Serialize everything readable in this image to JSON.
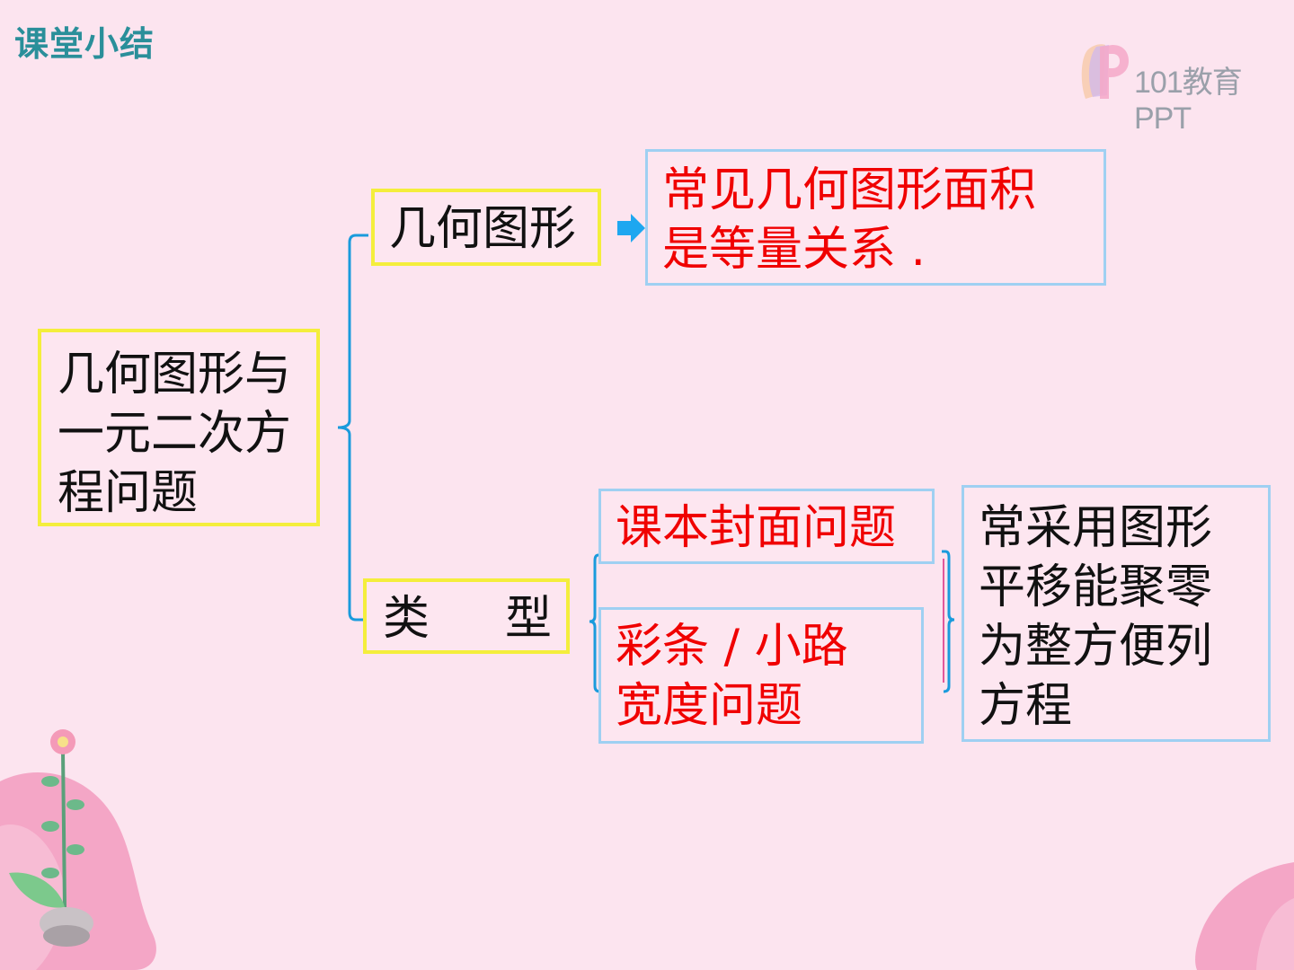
{
  "header": {
    "title": "课堂小结"
  },
  "logo": {
    "text": "101教育PPT",
    "icon": "p-logo-icon"
  },
  "diagram": {
    "root": {
      "lines": [
        "几何图形与",
        "一元二次方",
        "程问题"
      ]
    },
    "branch_geometry": {
      "label": "几何图形"
    },
    "result_geometry": {
      "lines": [
        "常见几何图形面积",
        "是等量关系 ."
      ]
    },
    "branch_type": {
      "label_left": "类",
      "label_right": "型"
    },
    "type_cover": {
      "label": "课本封面问题"
    },
    "type_strip": {
      "lines": [
        "彩条 / 小路",
        "宽度问题"
      ]
    },
    "result_type": {
      "lines": [
        "常采用图形",
        "平移能聚零",
        "为整方便列",
        "方程"
      ]
    }
  },
  "colors": {
    "background": "#fce4ef",
    "yellow_border": "#f4ee3c",
    "blue_border": "#9fd0f2",
    "bracket": "#1a9bdc",
    "arrow": "#1ea7f0",
    "highlight_text": "#f00000",
    "title": "#2a8f9a"
  }
}
